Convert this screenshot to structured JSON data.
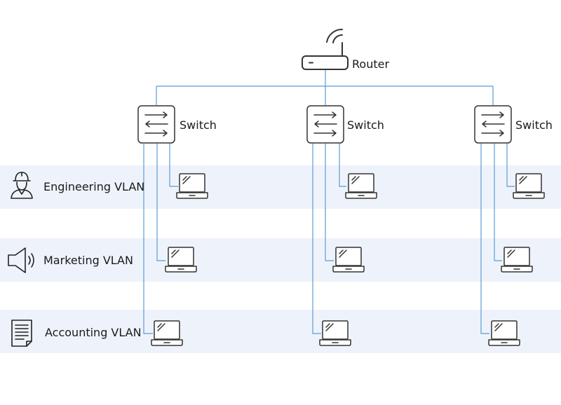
{
  "router": {
    "label": "Router",
    "icon": "router-icon"
  },
  "switches": [
    {
      "label": "Switch",
      "icon": "switch-icon"
    },
    {
      "label": "Switch",
      "icon": "switch-icon"
    },
    {
      "label": "Switch",
      "icon": "switch-icon"
    }
  ],
  "vlans": [
    {
      "label": "Engineering VLAN",
      "icon": "engineer-icon"
    },
    {
      "label": "Marketing VLAN",
      "icon": "megaphone-icon"
    },
    {
      "label": "Accounting VLAN",
      "icon": "document-icon"
    }
  ],
  "colors": {
    "link": "#5b9bd5",
    "band": "#eef3fb",
    "device_stroke": "#333333"
  }
}
